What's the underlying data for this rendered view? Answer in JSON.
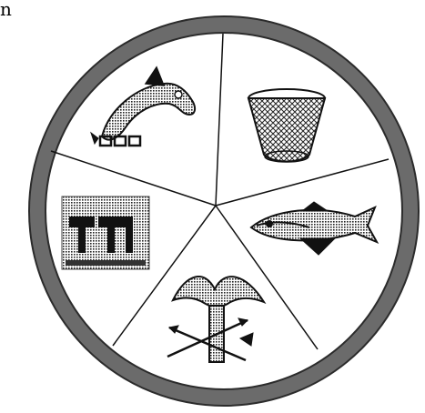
{
  "corner_text": "n",
  "colors": {
    "ring": "#6b6b6b",
    "ring_inner_edge": "#333333",
    "ink": "#111111",
    "background": "#ffffff"
  },
  "segments": [
    {
      "id": "orca",
      "icon": "orca-whale-icon"
    },
    {
      "id": "basket",
      "icon": "woven-basket-icon"
    },
    {
      "id": "salmon",
      "icon": "salmon-fish-icon"
    },
    {
      "id": "totem",
      "icon": "eagle-totem-icon"
    },
    {
      "id": "weave",
      "icon": "woven-pattern-icon"
    }
  ]
}
